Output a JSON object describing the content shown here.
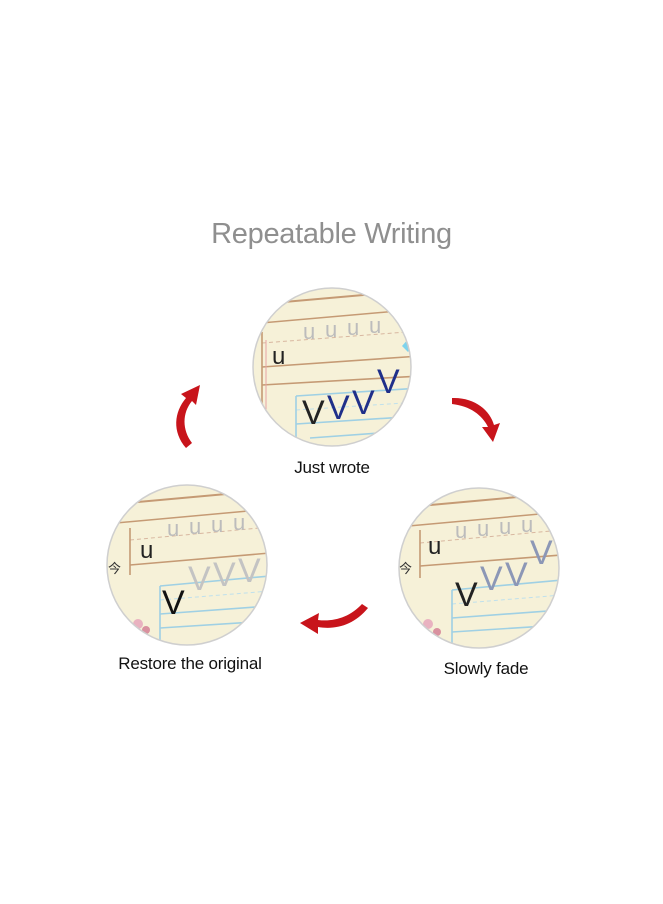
{
  "title": "Repeatable Writing",
  "stages": [
    {
      "caption": "Just wrote"
    },
    {
      "caption": "Slowly fade"
    },
    {
      "caption": "Restore the original"
    }
  ],
  "sample": {
    "small_letter": "u",
    "big_letter": "V",
    "side_glyph": "今"
  },
  "colors": {
    "title": "#8f8f8f",
    "arrow": "#c8141b",
    "paper": "#f6f1d8",
    "ink_fresh": "#1f2f8a",
    "ink_faded": "#8c97b6",
    "ink_gone": "#c3c3c3",
    "guide_brown": "#c59a74",
    "guide_blue": "#9fd0e4"
  },
  "icons": [
    "curved-arrow-icon",
    "pen-tip-icon",
    "flower-icon"
  ]
}
